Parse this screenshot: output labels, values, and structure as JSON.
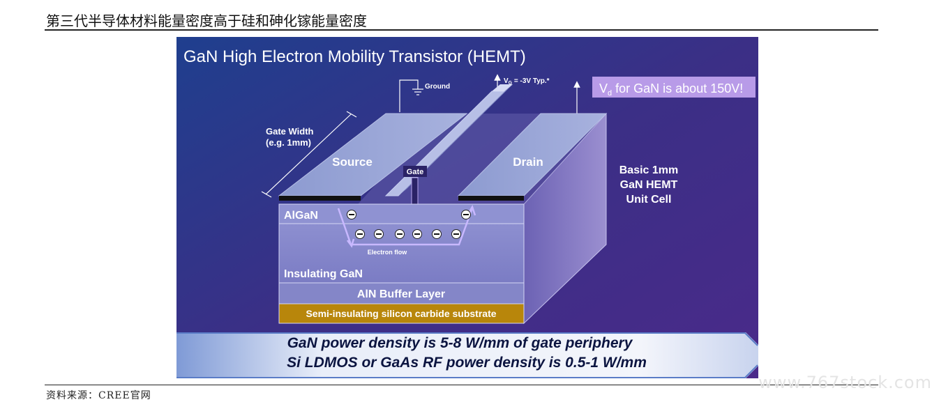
{
  "page": {
    "title": "第三代半导体材料能量密度高于硅和砷化镓能量密度",
    "source": "资料来源：CREE官网",
    "watermark": "www.767stock.com"
  },
  "slide": {
    "title": "GaN High Electron Mobility Transistor (HEMT)",
    "ground_label": "Ground",
    "vg_label": "V",
    "vg_sub": "G",
    "vg_value": " = -3V Typ.*",
    "vd_label": "V",
    "vd_sub": "d",
    "vd_text": " for GaN is about 150V!",
    "gate_width_line1": "Gate Width",
    "gate_width_line2": "(e.g. 1mm)",
    "source_label": "Source",
    "drain_label": "Drain",
    "gate_label": "Gate",
    "unit_cell_line1": "Basic 1mm",
    "unit_cell_line2": "GaN HEMT",
    "unit_cell_line3": "Unit Cell",
    "layer_algan": "AlGaN",
    "layer_insulating": "Insulating GaN",
    "layer_buffer": "AlN Buffer Layer",
    "layer_substrate": "Semi-insulating silicon carbide substrate",
    "electron_flow": "Electron flow",
    "banner_line1": "GaN power density is 5-8 W/mm of gate periphery",
    "banner_line2": "Si LDMOS or GaAs RF power density is 0.5-1 W/mm"
  },
  "colors": {
    "bg_top": "#3a2f86",
    "bg_bottom": "#1d2f7a",
    "callout_bg": "#b89be8",
    "substrate": "#b8860b",
    "banner_text": "#0b1440"
  }
}
